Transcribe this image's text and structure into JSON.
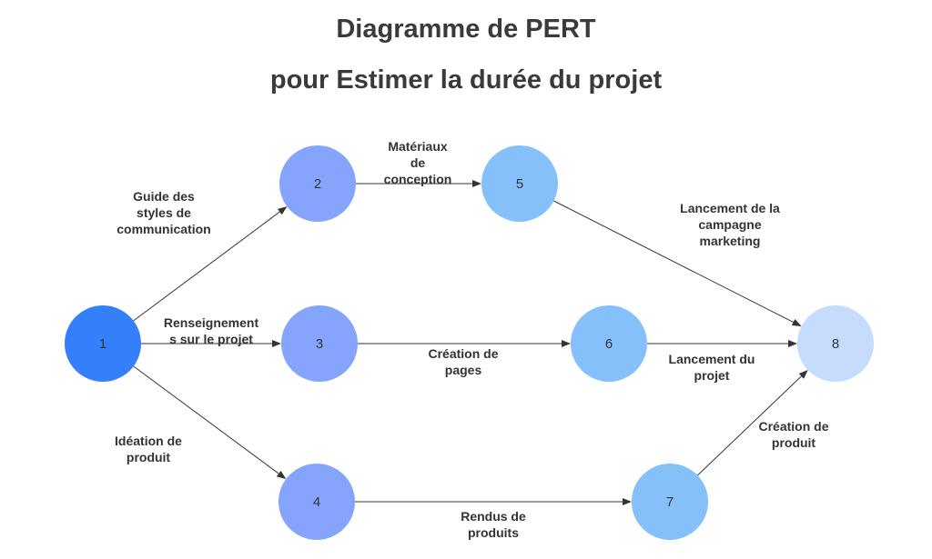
{
  "title": {
    "line1": "Diagramme de PERT",
    "line2": "pour Estimer la durée du projet"
  },
  "colors": {
    "node_1": "#3580fa",
    "node_2": "#84a5fb",
    "node_3": "#84a5fb",
    "node_4": "#84a5fb",
    "node_5": "#85c0fb",
    "node_6": "#85c0fb",
    "node_7": "#85c0fb",
    "node_8": "#c5dcfd",
    "edge": "#333333",
    "title_text": "#3a3a3a"
  },
  "nodes": [
    {
      "id": "1",
      "label": "1"
    },
    {
      "id": "2",
      "label": "2"
    },
    {
      "id": "3",
      "label": "3"
    },
    {
      "id": "4",
      "label": "4"
    },
    {
      "id": "5",
      "label": "5"
    },
    {
      "id": "6",
      "label": "6"
    },
    {
      "id": "7",
      "label": "7"
    },
    {
      "id": "8",
      "label": "8"
    }
  ],
  "edges": [
    {
      "from": "1",
      "to": "2",
      "label": [
        "Guide des",
        "styles de",
        "communication"
      ]
    },
    {
      "from": "1",
      "to": "3",
      "label": [
        "Renseignement",
        "s sur le projet"
      ]
    },
    {
      "from": "1",
      "to": "4",
      "label": [
        "Idéation de",
        "produit"
      ]
    },
    {
      "from": "2",
      "to": "5",
      "label": [
        "Matériaux",
        "de",
        "conception"
      ]
    },
    {
      "from": "3",
      "to": "6",
      "label": [
        "Création de",
        "pages"
      ]
    },
    {
      "from": "4",
      "to": "7",
      "label": [
        "Rendus de",
        "produits"
      ]
    },
    {
      "from": "5",
      "to": "8",
      "label": [
        "Lancement de la",
        "campagne",
        "marketing"
      ]
    },
    {
      "from": "6",
      "to": "8",
      "label": [
        "Lancement du",
        "projet"
      ]
    },
    {
      "from": "7",
      "to": "8",
      "label": [
        "Création de",
        "produit"
      ]
    }
  ]
}
